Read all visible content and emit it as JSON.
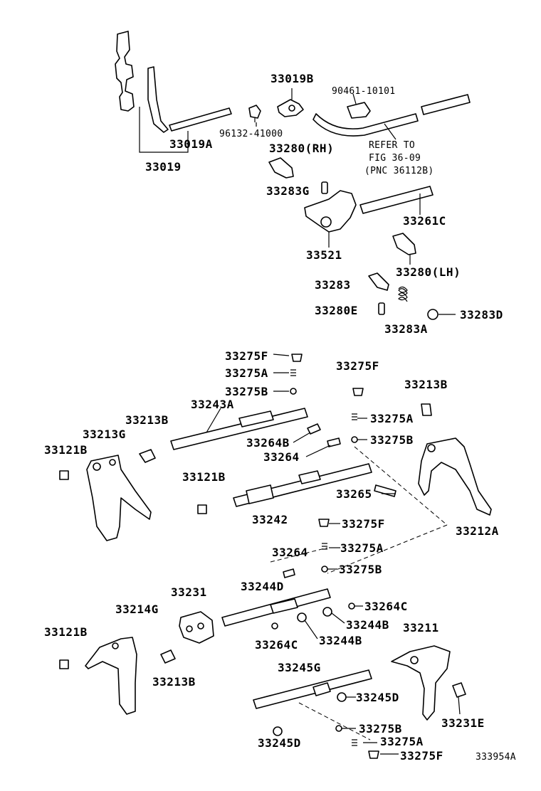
{
  "labels": {
    "p33019B": "33019B",
    "p90461": "90461-10101",
    "p96132": "96132-41000",
    "p33019A": "33019A",
    "p33019": "33019",
    "p33280RH": "33280(RH)",
    "refer1": "REFER TO",
    "refer2": "FIG 36-09",
    "refer3": "(PNC 36112B)",
    "p33283G": "33283G",
    "p33261C": "33261C",
    "p33521": "33521",
    "p33280LH": "33280(LH)",
    "p33283": "33283",
    "p33280E": "33280E",
    "p33283D": "33283D",
    "p33283A": "33283A",
    "p33275F_1": "33275F",
    "p33275A_1": "33275A",
    "p33275B_1": "33275B",
    "p33243A": "33243A",
    "p33275F_2": "33275F",
    "p33213B_1": "33213B",
    "p33213B_2": "33213B",
    "p33213G": "33213G",
    "p33121B_1": "33121B",
    "p33275A_2": "33275A",
    "p33264B": "33264B",
    "p33275B_2": "33275B",
    "p33264_1": "33264",
    "p33121B_2": "33121B",
    "p33265": "33265",
    "p33242": "33242",
    "p33212A": "33212A",
    "p33275F_3": "33275F",
    "p33264_2": "33264",
    "p33275A_3": "33275A",
    "p33275B_3": "33275B",
    "p33231": "33231",
    "p33244D": "33244D",
    "p33264C_1": "33264C",
    "p33214G": "33214G",
    "p33244B_1": "33244B",
    "p33211": "33211",
    "p33121B_3": "33121B",
    "p33264C_2": "33264C",
    "p33244B_2": "33244B",
    "p33245G": "33245G",
    "p33213B_3": "33213B",
    "p33245D_1": "33245D",
    "p33231E": "33231E",
    "p33275B_4": "33275B",
    "p33245D_2": "33245D",
    "p33275A_4": "33275A",
    "p33275F_4": "33275F",
    "figId": "333954A"
  }
}
